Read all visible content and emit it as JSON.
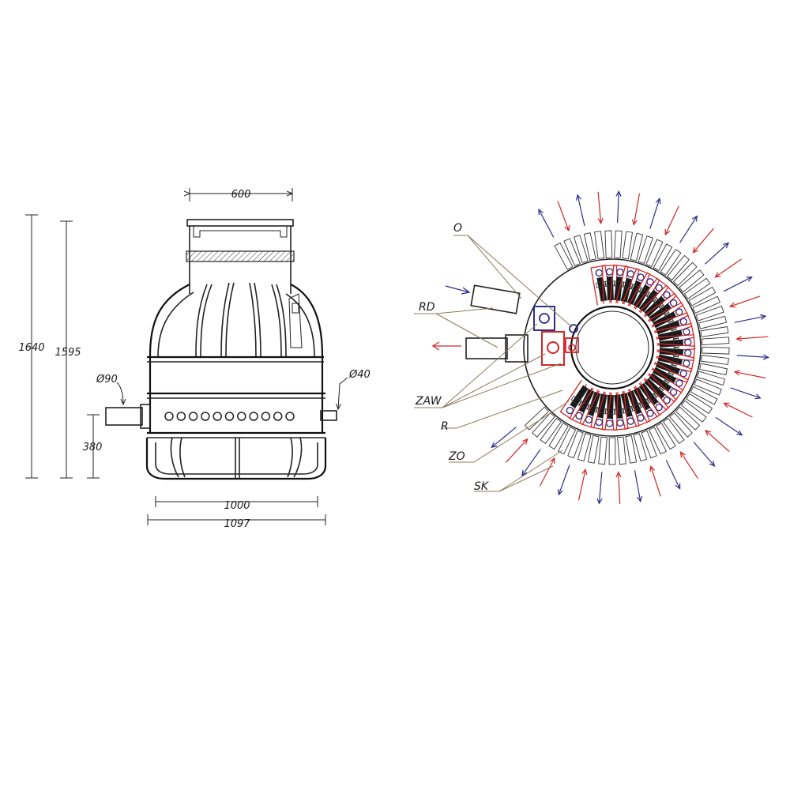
{
  "side_view": {
    "dim_top": "600",
    "dim_height_outer": "1640",
    "dim_height_inner": "1595",
    "dim_inlet_height": "380",
    "dim_bottom_inner": "1000",
    "dim_bottom_outer": "1097",
    "pipe_inlet": "Ø90",
    "pipe_outlet": "Ø40"
  },
  "top_view": {
    "labels": [
      "O",
      "RD",
      "ZAW",
      "R",
      "ZO",
      "SK"
    ],
    "colors": {
      "red": "#d32626",
      "blue": "#2e2e8c",
      "leader": "#8a7a5a",
      "line": "#222222"
    }
  }
}
